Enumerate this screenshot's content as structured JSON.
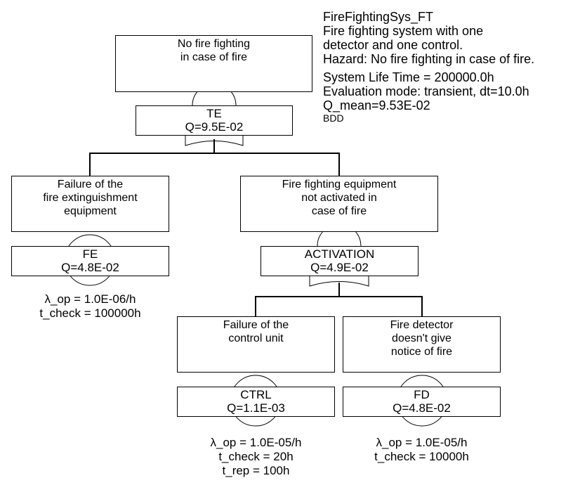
{
  "header": {
    "title": "FireFightingSys_FT",
    "description": [
      "Fire fighting system with one",
      "detector and one control.",
      "Hazard: No fire fighting in case of fire."
    ],
    "life_time": "System Life Time = 200000.0h",
    "eval_mode": "Evaluation mode: transient, dt=10.0h",
    "q_mean": "Q_mean=9.53E-02",
    "method": "BDD"
  },
  "nodes": {
    "te": {
      "desc": [
        "No fire fighting",
        "in case of fire"
      ],
      "id": "TE",
      "q": "Q=9.5E-02",
      "gate": "or"
    },
    "fe": {
      "desc": [
        "Failure of the",
        "fire extinguishment",
        "equipment"
      ],
      "id": "FE",
      "q": "Q=4.8E-02",
      "params": [
        "λ_op = 1.0E-06/h",
        "t_check = 100000h"
      ]
    },
    "act": {
      "desc": [
        "Fire fighting equipment",
        "not activated in",
        "case of fire"
      ],
      "id": "ACTIVATION",
      "q": "Q=4.9E-02",
      "gate": "or"
    },
    "ctrl": {
      "desc": [
        "Failure of the",
        "control unit"
      ],
      "id": "CTRL",
      "q": "Q=1.1E-03",
      "params": [
        "λ_op = 1.0E-05/h",
        "t_check = 20h",
        "t_rep = 100h"
      ]
    },
    "fd": {
      "desc": [
        "Fire detector",
        "doesn't give",
        "notice of fire"
      ],
      "id": "FD",
      "q": "Q=4.8E-02",
      "params": [
        "λ_op = 1.0E-05/h",
        "t_check = 10000h"
      ]
    }
  }
}
